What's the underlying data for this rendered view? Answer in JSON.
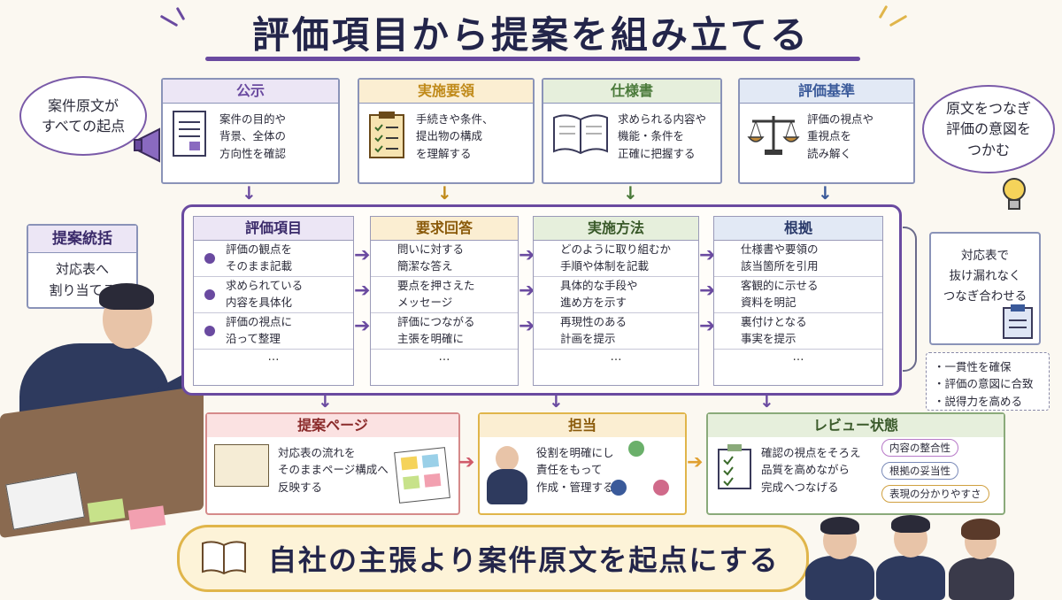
{
  "title": "評価項目から提案を組み立てる",
  "cloud_left": {
    "line1": "案件原文が",
    "line2": "すべての起点"
  },
  "cloud_right": {
    "line1": "原文をつなぎ",
    "line2": "評価の意図を",
    "line3": "つかむ"
  },
  "sources": [
    {
      "label": "公示",
      "lines": [
        "案件の目的や",
        "背景、全体の",
        "方向性を確認"
      ],
      "icon": "document-icon",
      "color": "#6a4aa0",
      "bg": "#ece6f5"
    },
    {
      "label": "実施要領",
      "lines": [
        "手続きや条件、",
        "提出物の構成",
        "を理解する"
      ],
      "icon": "clipboard-icon",
      "color": "#c08a1a",
      "bg": "#fbeed2"
    },
    {
      "label": "仕様書",
      "lines": [
        "求められる内容や",
        "機能・条件を",
        "正確に把握する"
      ],
      "icon": "book-icon",
      "color": "#4a7a3a",
      "bg": "#e6efdc"
    },
    {
      "label": "評価基準",
      "lines": [
        "評価の視点や",
        "重視点を",
        "読み解く"
      ],
      "icon": "scale-icon",
      "color": "#3a5a9a",
      "bg": "#e2e9f5"
    }
  ],
  "left_box": {
    "title": "提案統括",
    "lines": [
      "対応表へ",
      "割り当てる"
    ]
  },
  "table": {
    "columns": [
      {
        "label": "評価項目",
        "bg": "#ece6f5"
      },
      {
        "label": "要求回答",
        "bg": "#fbeed2"
      },
      {
        "label": "実施方法",
        "bg": "#e6efdc"
      },
      {
        "label": "根拠",
        "bg": "#e2e9f5"
      }
    ],
    "rows": [
      [
        [
          "評価の観点を",
          "そのまま記載"
        ],
        [
          "問いに対する",
          "簡潔な答え"
        ],
        [
          "どのように取り組むか",
          "手順や体制を記載"
        ],
        [
          "仕様書や要領の",
          "該当箇所を引用"
        ]
      ],
      [
        [
          "求められている",
          "内容を具体化"
        ],
        [
          "要点を押さえた",
          "メッセージ"
        ],
        [
          "具体的な手段や",
          "進め方を示す"
        ],
        [
          "客観的に示せる",
          "資料を明記"
        ]
      ],
      [
        [
          "評価の視点に",
          "沿って整理"
        ],
        [
          "評価につながる",
          "主張を明確に"
        ],
        [
          "再現性のある",
          "計画を提示"
        ],
        [
          "裏付けとなる",
          "事実を提示"
        ]
      ]
    ],
    "ellipsis": "…"
  },
  "right_box": {
    "lines": [
      "対応表で",
      "抜け漏れなく",
      "つなぎ合わせる"
    ]
  },
  "checks": [
    "・一貫性を確保",
    "・評価の意図に合致",
    "・説得力を高める"
  ],
  "bottom": [
    {
      "label": "提案ページ",
      "lines": [
        "対応表の流れを",
        "そのままページ構成へ",
        "反映する"
      ]
    },
    {
      "label": "担当",
      "lines": [
        "役割を明確にし",
        "責任をもって",
        "作成・管理する"
      ]
    },
    {
      "label": "レビュー状態",
      "lines": [
        "確認の視点をそろえ",
        "品質を高めながら",
        "完成へつなげる"
      ]
    }
  ],
  "review_tags": [
    "内容の整合性",
    "根拠の妥当性",
    "表現の分かりやすさ"
  ],
  "banner": "自社の主張より案件原文を起点にする"
}
